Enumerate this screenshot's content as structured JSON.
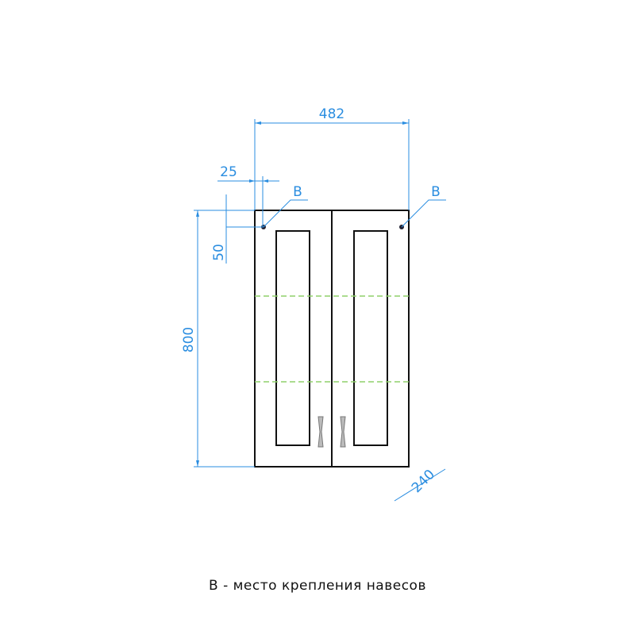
{
  "dimensions": {
    "width": "482",
    "height": "800",
    "depth": "240",
    "offset_x": "25",
    "offset_y": "50"
  },
  "markers": {
    "left": "B",
    "right": "B"
  },
  "caption": "B - место крепления навесов",
  "colors": {
    "dimension": "#2a8de0",
    "outline": "#111111",
    "shelf": "#8fd06a"
  }
}
